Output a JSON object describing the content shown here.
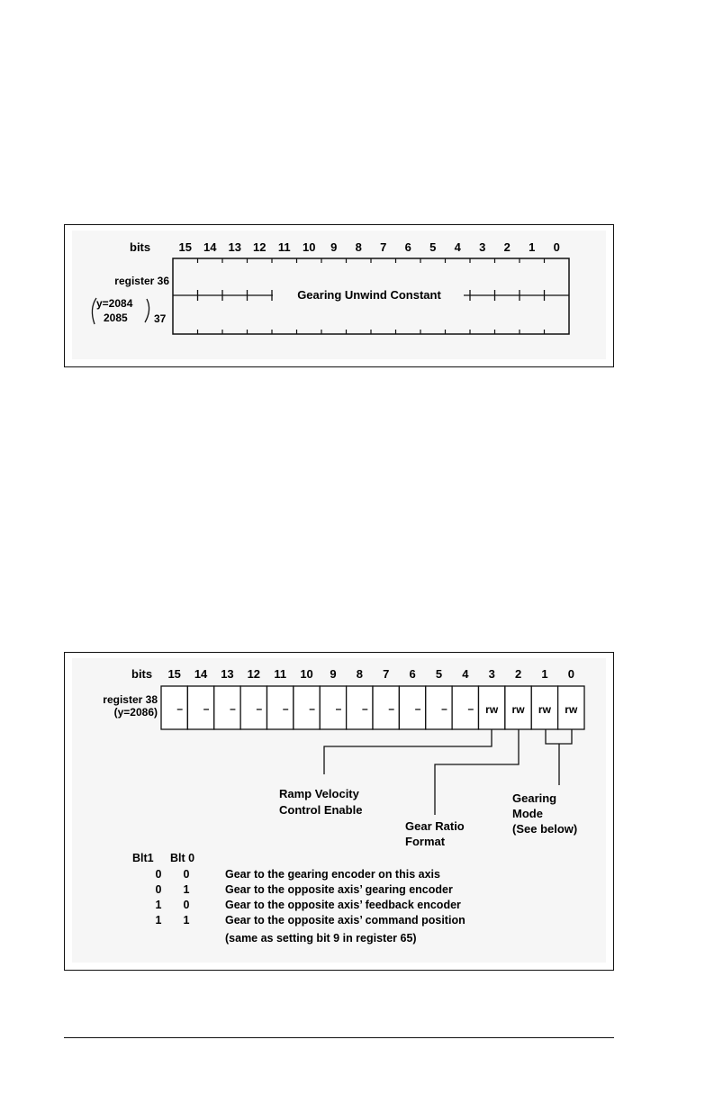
{
  "diagram1": {
    "bits_label": "bits",
    "bit_numbers": [
      "15",
      "14",
      "13",
      "12",
      "11",
      "10",
      "9",
      "8",
      "7",
      "6",
      "5",
      "4",
      "3",
      "2",
      "1",
      "0"
    ],
    "register_top_label": "register 36",
    "register_bottom_label": "37",
    "address_top": "y=2084",
    "address_bottom": "2085",
    "field_name": "Gearing Unwind Constant"
  },
  "diagram2": {
    "bits_label": "bits",
    "bit_numbers": [
      "15",
      "14",
      "13",
      "12",
      "11",
      "10",
      "9",
      "8",
      "7",
      "6",
      "5",
      "4",
      "3",
      "2",
      "1",
      "0"
    ],
    "register_label": "register 38",
    "address_label": "(y=2086)",
    "cells": [
      "–",
      "–",
      "–",
      "–",
      "–",
      "–",
      "–",
      "–",
      "–",
      "–",
      "–",
      "–",
      "rw",
      "rw",
      "rw",
      "rw"
    ],
    "callouts": {
      "ramp_line1": "Ramp Velocity",
      "ramp_line2": "Control Enable",
      "gear_ratio_line1": "Gear Ratio",
      "gear_ratio_line2": "Format",
      "gearing_mode_line1": "Gearing",
      "gearing_mode_line2": "Mode",
      "gearing_mode_line3": "(See below)"
    },
    "table": {
      "headers": [
        "Blt1",
        "Blt 0"
      ],
      "rows": [
        {
          "b1": "0",
          "b0": "0",
          "desc": "Gear to the gearing encoder on this axis"
        },
        {
          "b1": "0",
          "b0": "1",
          "desc": "Gear to the opposite axis’ gearing encoder"
        },
        {
          "b1": "1",
          "b0": "0",
          "desc": "Gear to the opposite axis’ feedback encoder"
        },
        {
          "b1": "1",
          "b0": "1",
          "desc": "Gear to the opposite axis’ command position"
        }
      ],
      "note": "(same as setting bit 9 in register 65)"
    }
  }
}
